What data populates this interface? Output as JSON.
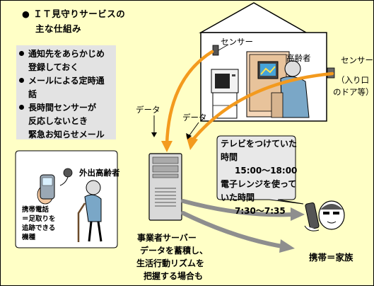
{
  "title": {
    "line1": "● ＩＴ見守りサービスの",
    "line2": "主な仕組み"
  },
  "features": [
    {
      "line1": "通知先をあらかじめ",
      "line2": "登録しておく"
    },
    {
      "line1": "メールによる定時通",
      "line2": "話"
    },
    {
      "line1": "長時間センサーが",
      "line2": "反応しないとき",
      "line3": "緊急お知らせメール"
    }
  ],
  "house": {
    "sensor_label": "センサー",
    "elderly_label": "高齢者",
    "entrance_sensor": {
      "line1": "センサー",
      "line2": "（入り口",
      "line3": "のドア等）"
    }
  },
  "flow": {
    "data_label_1": "データ",
    "data_label_2": "データ"
  },
  "outing": {
    "elderly_label": "外出高齢者",
    "phone_note": {
      "line1": "携帯電話",
      "line2": "＝足取りを",
      "line3": "追跡できる",
      "line4": "機種"
    }
  },
  "server": {
    "line1": "事業者サーバー",
    "line2": "データを蓄積し、",
    "line3": "生活行動リズムを",
    "line4": "把握する場合も"
  },
  "report": {
    "line1": "テレビをつけていた",
    "line2": "時間",
    "line3": "15:00～18:00",
    "line4": "電子レンジを使って",
    "line5": "いた時間",
    "line6": "7:30～7:35"
  },
  "family": {
    "label": "携帯＝家族"
  },
  "colors": {
    "background": "#ffffc6",
    "data_arrow": "#f39a1e",
    "report_arrow": "#8e8e8e",
    "panel": "#e3e3e3",
    "house_wall": "#ffffff",
    "roof": "#ffffff"
  }
}
